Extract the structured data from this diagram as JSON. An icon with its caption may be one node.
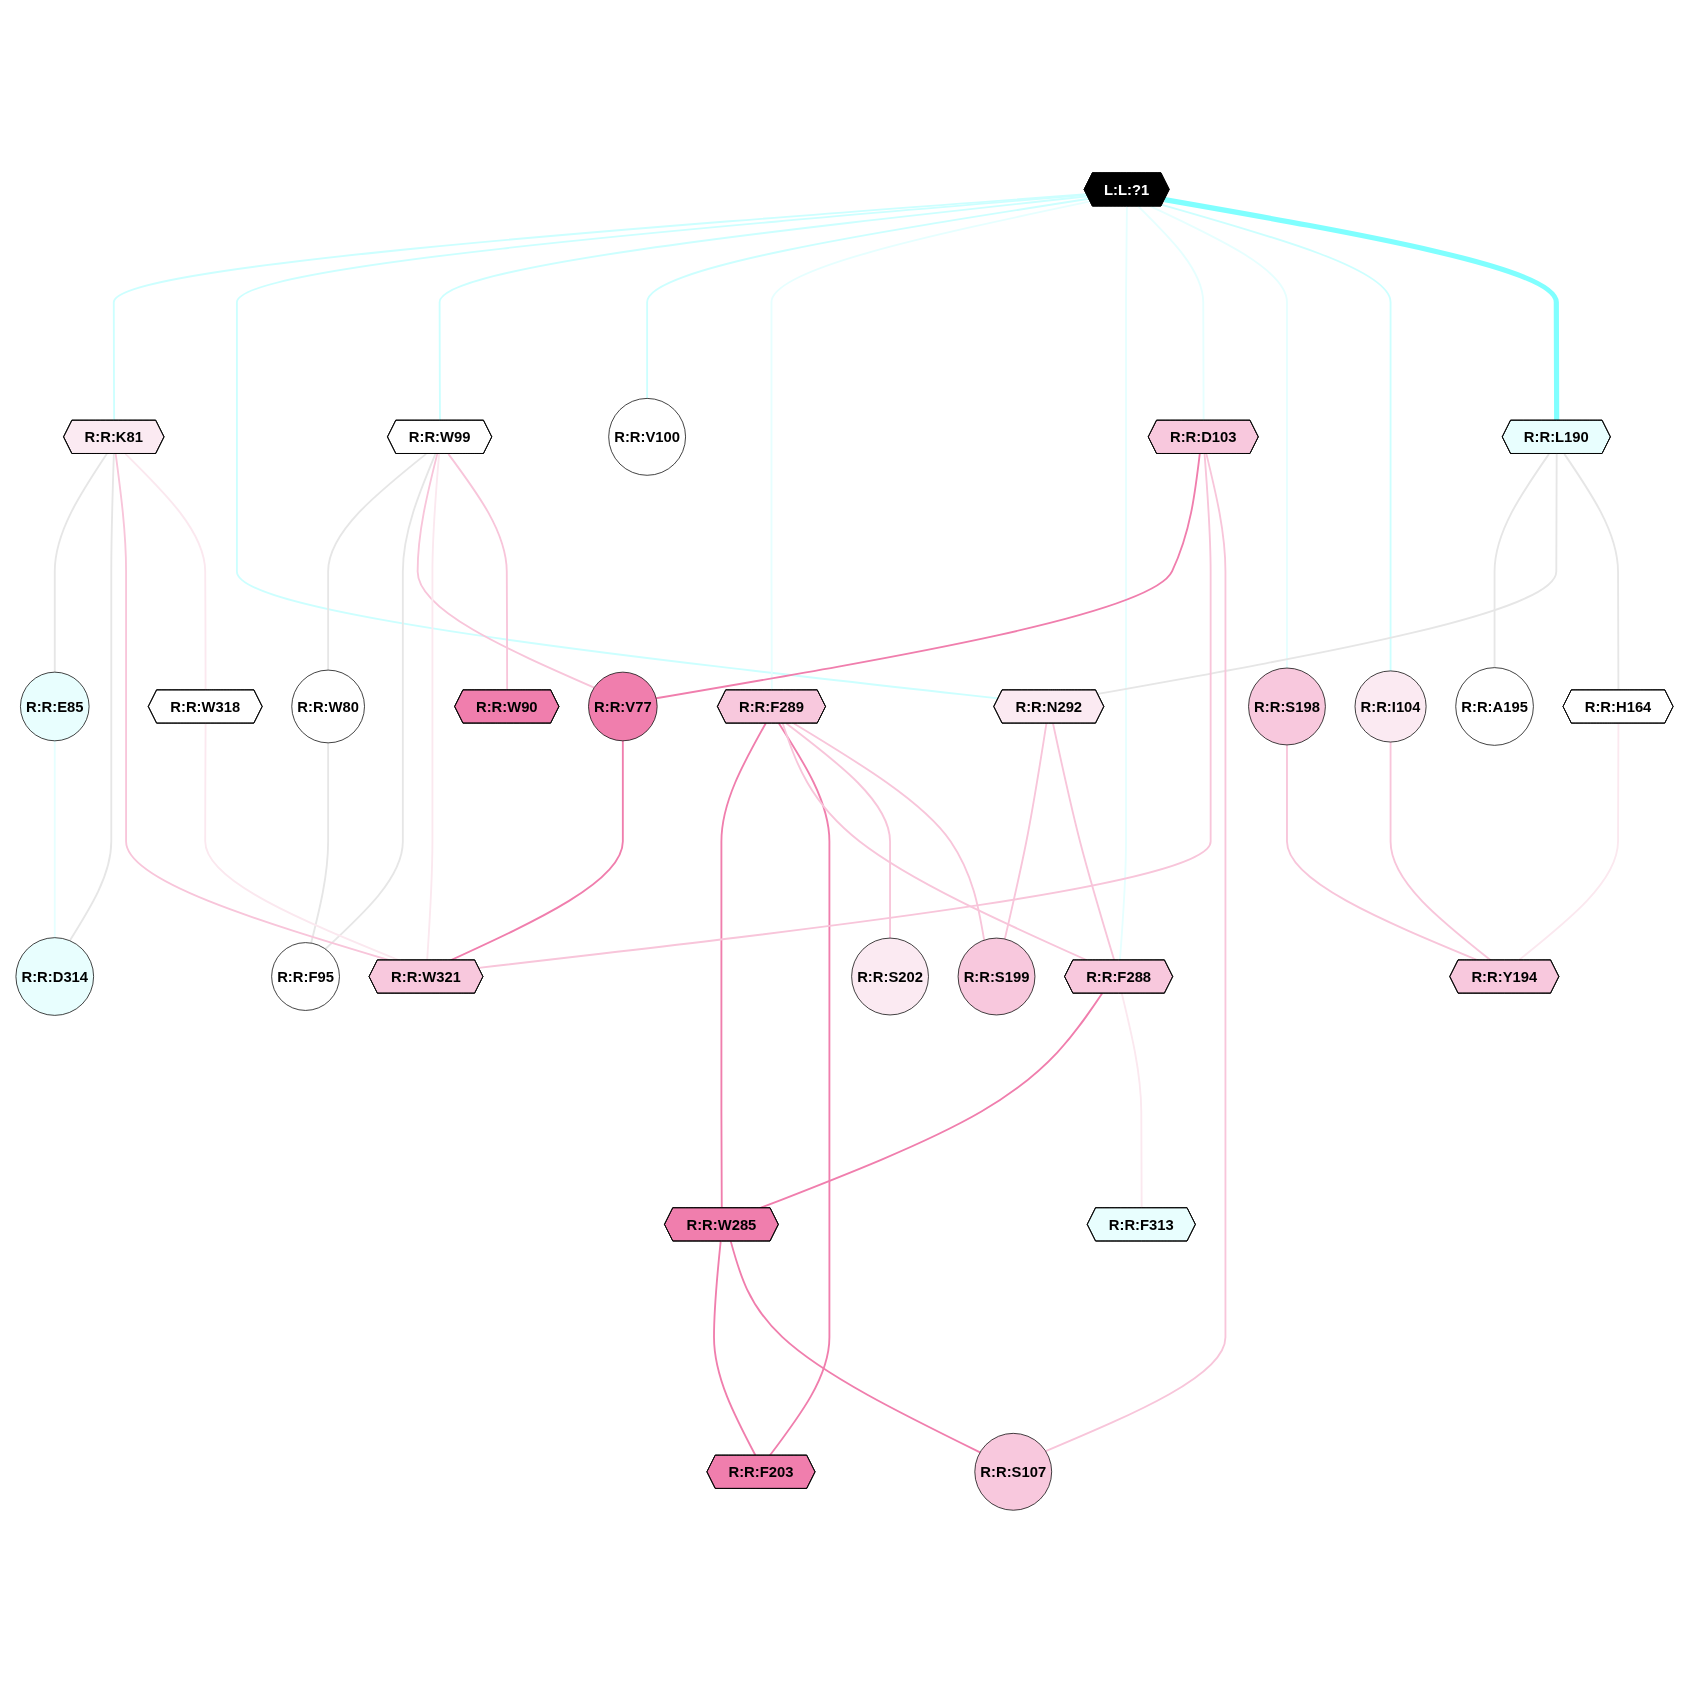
{
  "diagram": {
    "nodes": [
      {
        "text": [
          "R:R:V77"
        ]
      },
      {
        "text": [
          "R:R:A195"
        ]
      },
      {
        "text": [
          "R:R:W80"
        ]
      },
      {
        "text": [
          "R:R:F313"
        ]
      },
      {
        "text": [
          "R:R:E85"
        ]
      },
      {
        "text": [
          "R:R:K81"
        ]
      },
      {
        "text": [
          "R:R:N292"
        ]
      },
      {
        "text": [
          "R:R:W285"
        ]
      },
      {
        "text": [
          "R:R:W99"
        ]
      },
      {
        "text": [
          "R:R:D314"
        ]
      },
      {
        "text": [
          "R:R:F289"
        ]
      },
      {
        "text": [
          "R:R:V100"
        ]
      },
      {
        "text": [
          "R:R:F203"
        ]
      },
      {
        "text": [
          "R:R:W318"
        ]
      },
      {
        "text": [
          "L:L:?1"
        ]
      },
      {
        "text": [
          "R:R:F288"
        ]
      },
      {
        "text": [
          "R:R:D103"
        ]
      },
      {
        "text": [
          "R:R:S202"
        ]
      },
      {
        "text": [
          "R:R:W321"
        ]
      },
      {
        "text": [
          "R:R:S198"
        ]
      },
      {
        "text": [
          "R:R:I104"
        ]
      },
      {
        "text": [
          "R:R:L190"
        ]
      },
      {
        "text": [
          "R:R:S199"
        ]
      },
      {
        "text": [
          "R:R:W90"
        ]
      },
      {
        "text": [
          "R:R:H164"
        ]
      },
      {
        "text": [
          "R:R:F95"
        ]
      },
      {
        "text": [
          "R:R:Y194"
        ]
      },
      {
        "text": [
          "R:R:S107"
        ]
      }
    ],
    "edges": [
      {
        "from": 14,
        "to": 5,
        "arrow": "none",
        "color": "#ccffff"
      },
      {
        "from": 14,
        "to": 6,
        "arrow": "none",
        "color": "#ccffff"
      },
      {
        "from": 14,
        "to": 8,
        "arrow": "none",
        "color": "#ccffff"
      },
      {
        "from": 14,
        "to": 11,
        "arrow": "none",
        "color": "#ccffff"
      },
      {
        "from": 14,
        "to": 10,
        "arrow": "none",
        "color": "#e6ffff"
      },
      {
        "from": 14,
        "to": 15,
        "arrow": "none",
        "color": "#e6ffff"
      },
      {
        "from": 14,
        "to": 16,
        "arrow": "none",
        "color": "#e6ffff"
      },
      {
        "from": 14,
        "to": 19,
        "arrow": "none",
        "color": "#e6ffff"
      },
      {
        "from": 14,
        "to": 20,
        "arrow": "none",
        "color": "#ccffff"
      },
      {
        "from": 14,
        "to": 21,
        "arrow": "none",
        "style": "thick",
        "color": "#80ffff"
      },
      {
        "from": 21,
        "to": 1,
        "arrow": "none",
        "color": "#e6e6e6"
      },
      {
        "from": 21,
        "to": 6,
        "arrow": "none",
        "color": "#e6e6e6"
      },
      {
        "from": 8,
        "to": 2,
        "arrow": "none",
        "color": "#e6e6e6"
      },
      {
        "from": 2,
        "to": 25,
        "arrow": "none",
        "color": "#e6e6e6"
      },
      {
        "from": 8,
        "to": 25,
        "arrow": "none",
        "color": "#e6e6e6"
      },
      {
        "from": 5,
        "to": 4,
        "arrow": "none",
        "color": "#e6e6e6"
      },
      {
        "from": 4,
        "to": 9,
        "arrow": "none",
        "color": "#e6ffff"
      },
      {
        "from": 5,
        "to": 9,
        "arrow": "none",
        "color": "#e6e6e6"
      },
      {
        "from": 8,
        "to": 0,
        "arrow": "none",
        "color": "#f8c5da"
      },
      {
        "from": 16,
        "to": 0,
        "arrow": "none",
        "color": "#f07ead"
      },
      {
        "from": 0,
        "to": 18,
        "arrow": "none",
        "color": "#f07ead"
      },
      {
        "from": 5,
        "to": 18,
        "arrow": "none",
        "color": "#f8c5da"
      },
      {
        "from": 5,
        "to": 13,
        "arrow": "none",
        "color": "#fbe8ef"
      },
      {
        "from": 8,
        "to": 18,
        "arrow": "none",
        "color": "#fbe8ef"
      },
      {
        "from": 8,
        "to": 23,
        "arrow": "none",
        "color": "#f8c5da"
      },
      {
        "from": 10,
        "to": 7,
        "arrow": "none",
        "color": "#f07ead"
      },
      {
        "from": 7,
        "to": 12,
        "arrow": "none",
        "color": "#f07ead"
      },
      {
        "from": 15,
        "to": 7,
        "arrow": "none",
        "color": "#f07ead"
      },
      {
        "from": 7,
        "to": 27,
        "arrow": "none",
        "color": "#f07ead"
      },
      {
        "from": 10,
        "to": 12,
        "arrow": "none",
        "color": "#f07ead"
      },
      {
        "from": 10,
        "to": 15,
        "arrow": "none",
        "color": "#f8c5da"
      },
      {
        "from": 10,
        "to": 17,
        "arrow": "none",
        "color": "#f8c5da"
      },
      {
        "from": 10,
        "to": 22,
        "arrow": "none",
        "color": "#f8c5da"
      },
      {
        "from": 6,
        "to": 22,
        "arrow": "none",
        "color": "#f8c5da"
      },
      {
        "from": 6,
        "to": 15,
        "arrow": "none",
        "color": "#f8c5da"
      },
      {
        "from": 15,
        "to": 3,
        "arrow": "none",
        "color": "#fbe8ef"
      },
      {
        "from": 13,
        "to": 18,
        "arrow": "none",
        "color": "#fbe8ef"
      },
      {
        "from": 16,
        "to": 18,
        "arrow": "none",
        "color": "#f8c5da"
      },
      {
        "from": 16,
        "to": 27,
        "arrow": "none",
        "color": "#f8c5da"
      },
      {
        "from": 19,
        "to": 26,
        "arrow": "none",
        "color": "#f8c5da"
      },
      {
        "from": 20,
        "to": 26,
        "arrow": "none",
        "color": "#f8c5da"
      },
      {
        "from": 21,
        "to": 24,
        "arrow": "none",
        "color": "#e6e6e6"
      },
      {
        "from": 24,
        "to": 26,
        "arrow": "none",
        "color": "#fbe8ef"
      }
    ]
  }
}
